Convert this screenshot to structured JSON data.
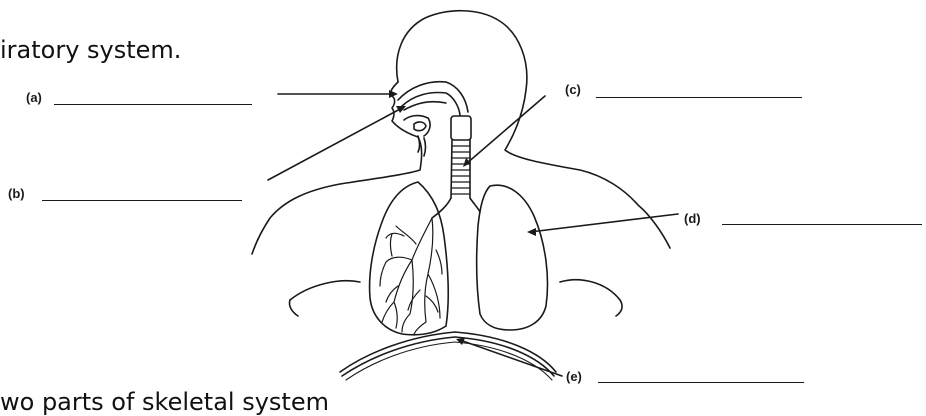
{
  "worksheet": {
    "question_top": "iratory system.",
    "question_bottom": "wo parts of skeletal system"
  },
  "diagram": {
    "labels": [
      {
        "id": "a",
        "text": "(a)"
      },
      {
        "id": "b",
        "text": "(b)"
      },
      {
        "id": "c",
        "text": "(c)"
      },
      {
        "id": "d",
        "text": "(d)"
      },
      {
        "id": "e",
        "text": "(e)"
      }
    ],
    "colors": {
      "ink": "#1a1a1a",
      "background": "#ffffff"
    }
  }
}
